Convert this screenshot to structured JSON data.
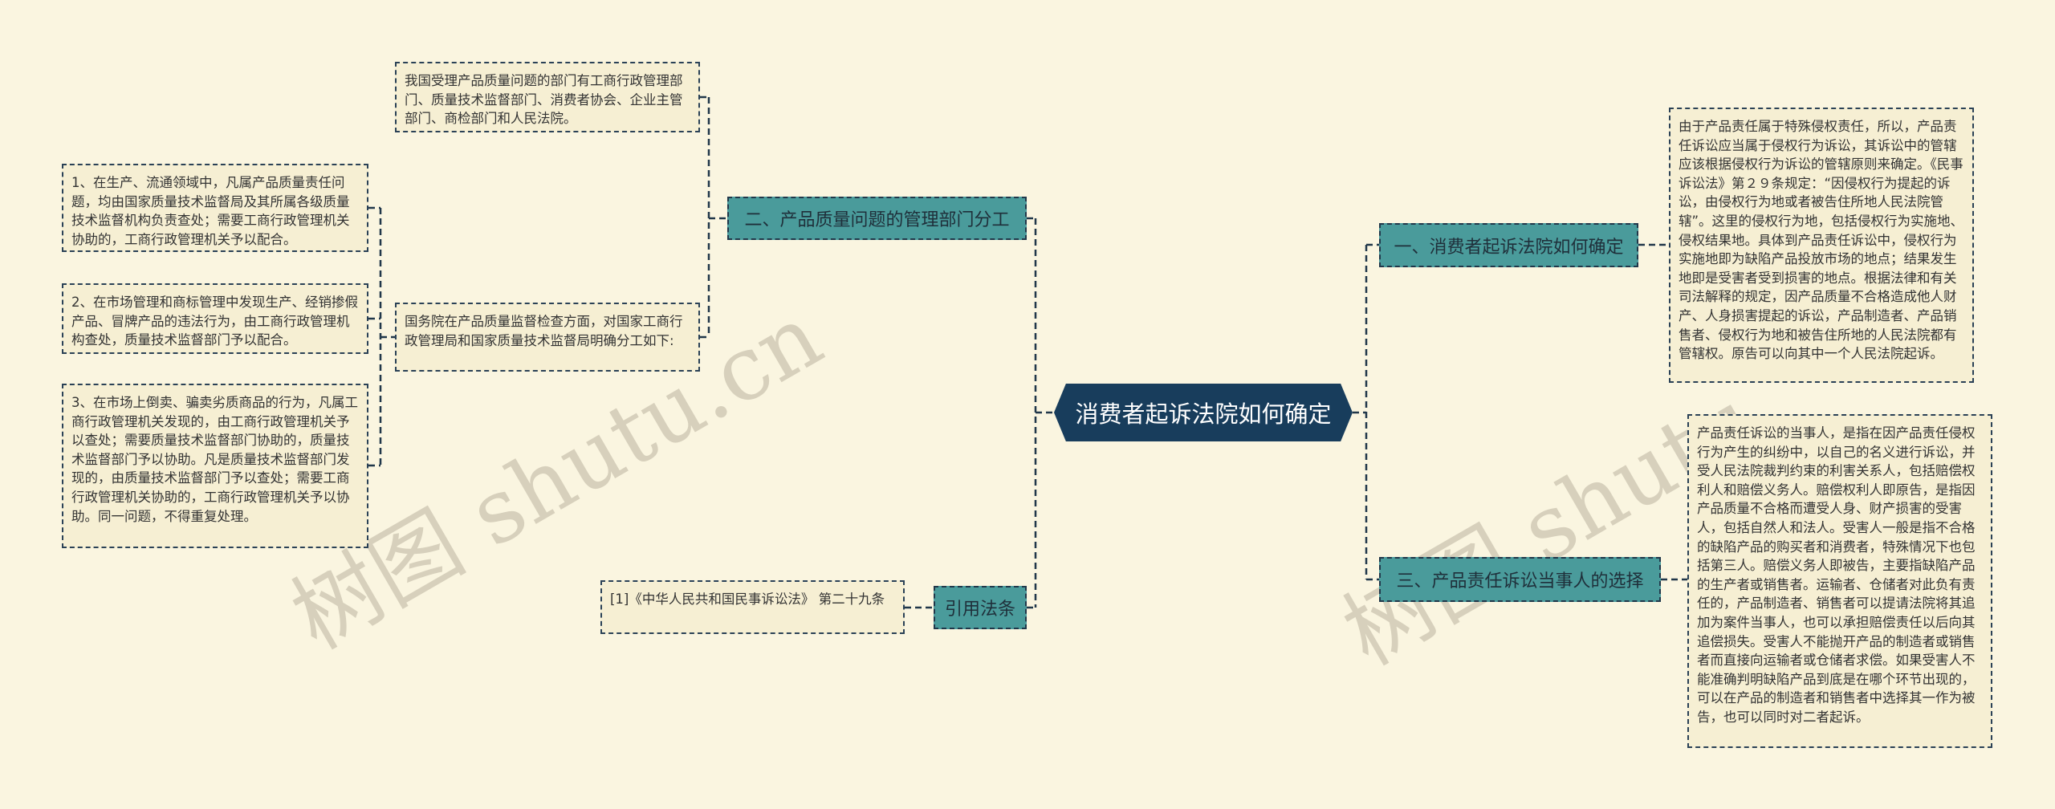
{
  "center": {
    "label": "消费者起诉法院如何确定"
  },
  "colors": {
    "background": "#faf5e0",
    "leaf": "#f6efd3",
    "branch": "#4a9b9b",
    "center": "#183d5c",
    "line": "#20374a"
  },
  "left": {
    "branch_2": {
      "label": "二、产品质量问题的管理部门分工",
      "children": [
        {
          "text": "我国受理产品质量问题的部门有工商行政管理部门、质量技术监督部门、消费者协会、企业主管部门、商检部门和人民法院。"
        },
        {
          "text": "国务院在产品质量监督检查方面，对国家工商行政管理局和国家质量技术监督局明确分工如下:",
          "children": [
            {
              "text": "1、在生产、流通领域中，凡属产品质量责任问题，均由国家质量技术监督局及其所属各级质量技术监督机构负责查处；需要工商行政管理机关协助的，工商行政管理机关予以配合。"
            },
            {
              "text": "2、在市场管理和商标管理中发现生产、经销掺假产品、冒牌产品的违法行为，由工商行政管理机构查处，质量技术监督部门予以配合。"
            },
            {
              "text": "3、在市场上倒卖、骗卖劣质商品的行为，凡属工商行政管理机关发现的，由工商行政管理机关予以查处；需要质量技术监督部门协助的，质量技术监督部门予以协助。凡是质量技术监督部门发现的，由质量技术监督部门予以查处；需要工商行政管理机关协助的，工商行政管理机关予以协助。同一问题，不得重复处理。"
            }
          ]
        }
      ]
    },
    "references": {
      "label": "引用法条",
      "children": [
        {
          "text": "[1]《中华人民共和国民事诉讼法》 第二十九条"
        }
      ]
    }
  },
  "right": {
    "branch_1": {
      "label": "一、消费者起诉法院如何确定",
      "children": [
        {
          "text": "由于产品责任属于特殊侵权责任，所以，产品责任诉讼应当属于侵权行为诉讼，其诉讼中的管辖应该根据侵权行为诉讼的管辖原则来确定。《民事诉讼法》第２９条规定：“因侵权行为提起的诉讼，由侵权行为地或者被告住所地人民法院管辖”。这里的侵权行为地，包括侵权行为实施地、侵权结果地。具体到产品责任诉讼中，侵权行为实施地即为缺陷产品投放市场的地点；结果发生地即是受害者受到损害的地点。根据法律和有关司法解释的规定，因产品质量不合格造成他人财产、人身损害提起的诉讼，产品制造者、产品销售者、侵权行为地和被告住所地的人民法院都有管辖权。原告可以向其中一个人民法院起诉。"
        }
      ]
    },
    "branch_3": {
      "label": "三、产品责任诉讼当事人的选择",
      "children": [
        {
          "text": "产品责任诉讼的当事人，是指在因产品责任侵权行为产生的纠纷中，以自己的名义进行诉讼，并受人民法院裁判约束的利害关系人，包括赔偿权利人和赔偿义务人。赔偿权利人即原告，是指因产品质量不合格而遭受人身、财产损害的受害人，包括自然人和法人。受害人一般是指不合格的缺陷产品的购买者和消费者，特殊情况下也包括第三人。赔偿义务人即被告，主要指缺陷产品的生产者或销售者。运输者、仓储者对此负有责任的，产品制造者、销售者可以提请法院将其追加为案件当事人，也可以承担赔偿责任以后向其追偿损失。受害人不能抛开产品的制造者或销售者而直接向运输者或仓储者求偿。如果受害人不能准确判明缺陷产品到底是在哪个环节出现的，可以在产品的制造者和销售者中选择其一作为被告，也可以同时对二者起诉。"
        }
      ]
    }
  },
  "watermark": {
    "left": "树图 shutu.cn",
    "right": "树图 shutu"
  }
}
